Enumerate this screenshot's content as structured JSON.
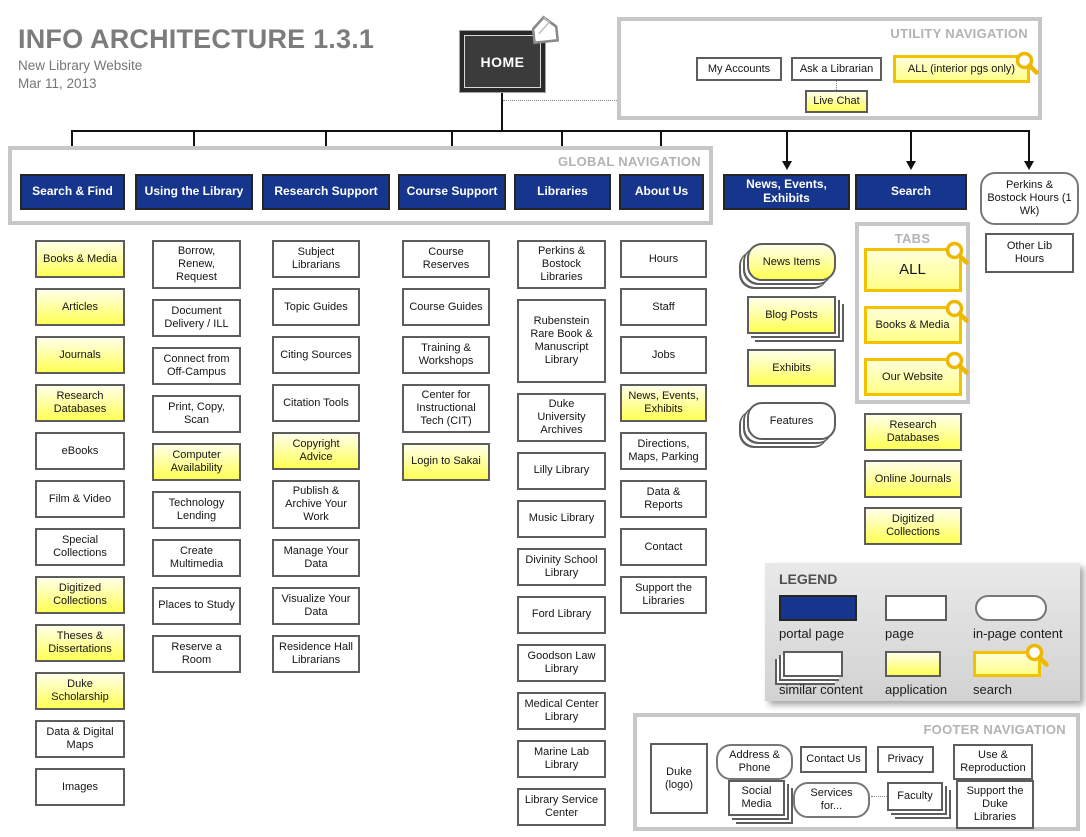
{
  "colors": {
    "portal_blue": "#16358c",
    "application_yellow": "#ffff54",
    "search_gold": "#f2c200",
    "frame_gray": "#c7c7c7",
    "home_dark": "#3b3b3b"
  },
  "icons": {
    "home_marker": "house-3d-icon",
    "search_marker": "magnifying-glass-icon"
  },
  "header": {
    "title": "INFO ARCHITECTURE 1.3.1",
    "subtitle": "New Library Website",
    "date": "Mar 11, 2013"
  },
  "home": {
    "label": "HOME"
  },
  "utility_nav": {
    "label": "UTILITY NAVIGATION",
    "my_accounts": "My Accounts",
    "ask_a_librarian": "Ask a Librarian",
    "all_search": "ALL (interior pgs only)",
    "live_chat": "Live Chat"
  },
  "global_nav": {
    "label": "GLOBAL NAVIGATION",
    "items": [
      "Search & Find",
      "Using the Library",
      "Research Support",
      "Course Support",
      "Libraries",
      "About Us"
    ]
  },
  "right_nav": {
    "news_events_exhibits": "News, Events, Exhibits",
    "search": "Search",
    "perkins_hours": "Perkins & Bostock Hours (1 Wk)",
    "other_hours": "Other Lib Hours"
  },
  "columns": {
    "search_find": [
      {
        "label": "Books & Media",
        "type": "app"
      },
      {
        "label": "Articles",
        "type": "app"
      },
      {
        "label": "Journals",
        "type": "app"
      },
      {
        "label": "Research Databases",
        "type": "app"
      },
      {
        "label": "eBooks",
        "type": "page"
      },
      {
        "label": "Film & Video",
        "type": "page"
      },
      {
        "label": "Special Collections",
        "type": "page"
      },
      {
        "label": "Digitized Collections",
        "type": "app"
      },
      {
        "label": "Theses & Dissertations",
        "type": "app"
      },
      {
        "label": "Duke Scholarship",
        "type": "app"
      },
      {
        "label": "Data & Digital Maps",
        "type": "page"
      },
      {
        "label": "Images",
        "type": "page"
      }
    ],
    "using_library": [
      {
        "label": "Borrow, Renew, Request",
        "type": "page"
      },
      {
        "label": "Document Delivery / ILL",
        "type": "page"
      },
      {
        "label": "Connect from Off-Campus",
        "type": "page"
      },
      {
        "label": "Print, Copy, Scan",
        "type": "page"
      },
      {
        "label": "Computer Availability",
        "type": "app"
      },
      {
        "label": "Technology Lending",
        "type": "page"
      },
      {
        "label": "Create Multimedia",
        "type": "page"
      },
      {
        "label": "Places to Study",
        "type": "page"
      },
      {
        "label": "Reserve a Room",
        "type": "page"
      }
    ],
    "research_support": [
      {
        "label": "Subject Librarians",
        "type": "page"
      },
      {
        "label": "Topic Guides",
        "type": "page"
      },
      {
        "label": "Citing Sources",
        "type": "page"
      },
      {
        "label": "Citation Tools",
        "type": "page"
      },
      {
        "label": "Copyright Advice",
        "type": "app"
      },
      {
        "label": "Publish & Archive Your Work",
        "type": "page"
      },
      {
        "label": "Manage Your Data",
        "type": "page"
      },
      {
        "label": "Visualize Your Data",
        "type": "page"
      },
      {
        "label": "Residence Hall Librarians",
        "type": "page"
      }
    ],
    "course_support": [
      {
        "label": "Course Reserves",
        "type": "page"
      },
      {
        "label": "Course Guides",
        "type": "page"
      },
      {
        "label": "Training & Workshops",
        "type": "page"
      },
      {
        "label": "Center for Instructional Tech (CIT)",
        "type": "page"
      },
      {
        "label": "Login to Sakai",
        "type": "app"
      }
    ],
    "libraries": [
      {
        "label": "Perkins & Bostock Libraries",
        "type": "page",
        "size": "lg"
      },
      {
        "label": "Rubenstein Rare Book & Manuscript Library",
        "type": "page",
        "size": "xl"
      },
      {
        "label": "Duke University Archives",
        "type": "page"
      },
      {
        "label": "Lilly Library",
        "type": "page"
      },
      {
        "label": "Music Library",
        "type": "page"
      },
      {
        "label": "Divinity School Library",
        "type": "page"
      },
      {
        "label": "Ford Library",
        "type": "page"
      },
      {
        "label": "Goodson Law Library",
        "type": "page"
      },
      {
        "label": "Medical Center Library",
        "type": "page"
      },
      {
        "label": "Marine Lab Library",
        "type": "page"
      },
      {
        "label": "Library Service Center",
        "type": "page"
      }
    ],
    "about_us": [
      {
        "label": "Hours",
        "type": "page"
      },
      {
        "label": "Staff",
        "type": "page"
      },
      {
        "label": "Jobs",
        "type": "page"
      },
      {
        "label": "News, Events, Exhibits",
        "type": "app"
      },
      {
        "label": "Directions, Maps, Parking",
        "type": "page"
      },
      {
        "label": "Data & Reports",
        "type": "page"
      },
      {
        "label": "Contact",
        "type": "page"
      },
      {
        "label": "Support the Libraries",
        "type": "page"
      }
    ],
    "news_stack": [
      {
        "label": "News Items",
        "type": "app round stack-l"
      },
      {
        "label": "Blog Posts",
        "type": "app stack-r"
      },
      {
        "label": "Exhibits",
        "type": "app"
      },
      {
        "label": "Features",
        "type": "page round stack-l"
      }
    ]
  },
  "tabs": {
    "label": "TABS",
    "items": [
      {
        "label": "ALL",
        "type": "search",
        "size": "big"
      },
      {
        "label": "Books & Media",
        "type": "search"
      },
      {
        "label": "Our Website",
        "type": "search"
      }
    ]
  },
  "search_tools": [
    {
      "label": "Research Databases",
      "type": "app"
    },
    {
      "label": "Online Journals",
      "type": "app"
    },
    {
      "label": "Digitized Collections",
      "type": "app"
    }
  ],
  "legend": {
    "label": "LEGEND",
    "items": [
      "portal page",
      "page",
      "in-page content",
      "similar content",
      "application",
      "search"
    ]
  },
  "footer_nav": {
    "label": "FOOTER NAVIGATION",
    "logo": "Duke (logo)",
    "row1": [
      {
        "label": "Address & Phone",
        "type": "inpage"
      },
      {
        "label": "Contact Us",
        "type": "page"
      },
      {
        "label": "Privacy",
        "type": "page"
      },
      {
        "label": "Use & Reproduction",
        "type": "page"
      }
    ],
    "row2": [
      {
        "label": "Social Media",
        "type": "page stack-r"
      },
      {
        "label": "Services for...",
        "type": "inpage"
      },
      {
        "label": "Faculty",
        "type": "page stack-r"
      },
      {
        "label": "Support the Duke Libraries",
        "type": "page"
      }
    ]
  }
}
